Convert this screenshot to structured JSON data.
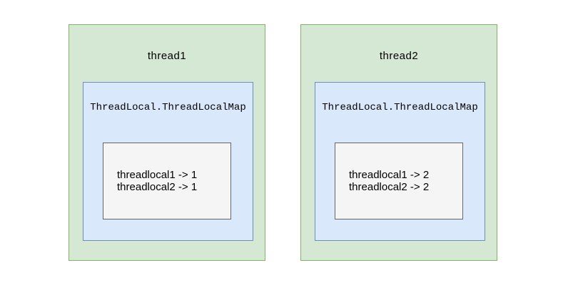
{
  "diagram": {
    "colors": {
      "thread_fill": "#d5e8d4",
      "thread_border": "#82b366",
      "map_fill": "#dae8fc",
      "map_border": "#6c8ebf",
      "entries_fill": "#f5f5f5",
      "entries_border": "#666666",
      "text": "#000000",
      "background": "#ffffff"
    },
    "threads": [
      {
        "title": "thread1",
        "map_label": "ThreadLocal.ThreadLocalMap",
        "entries": [
          "threadlocal1 -> 1",
          "threadlocal2 -> 1"
        ]
      },
      {
        "title": "thread2",
        "map_label": "ThreadLocal.ThreadLocalMap",
        "entries": [
          "threadlocal1 -> 2",
          "threadlocal2 -> 2"
        ]
      }
    ]
  }
}
